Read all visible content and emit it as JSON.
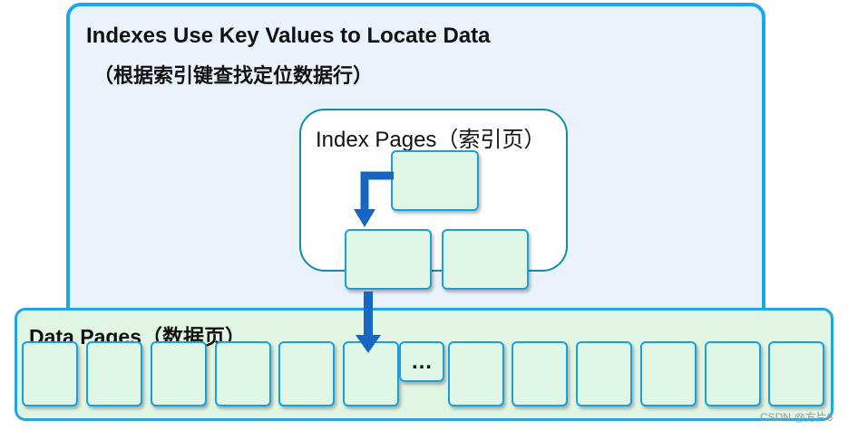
{
  "diagram": {
    "title": "Indexes Use Key Values to Locate Data",
    "subtitle": "（根据索引键查找定位数据行）",
    "index_pages_label": "Index Pages（索引页）",
    "data_pages_label": "Data Pages（数据页）",
    "ellipsis": "…",
    "colors": {
      "panel_border": "#1aa7ec",
      "panel_fill": "#eaf3fc",
      "page_fill": "#dff7e4",
      "page_border": "#18a0e0",
      "arrow": "#1766c2"
    }
  },
  "watermark": "CSDN @方片6"
}
